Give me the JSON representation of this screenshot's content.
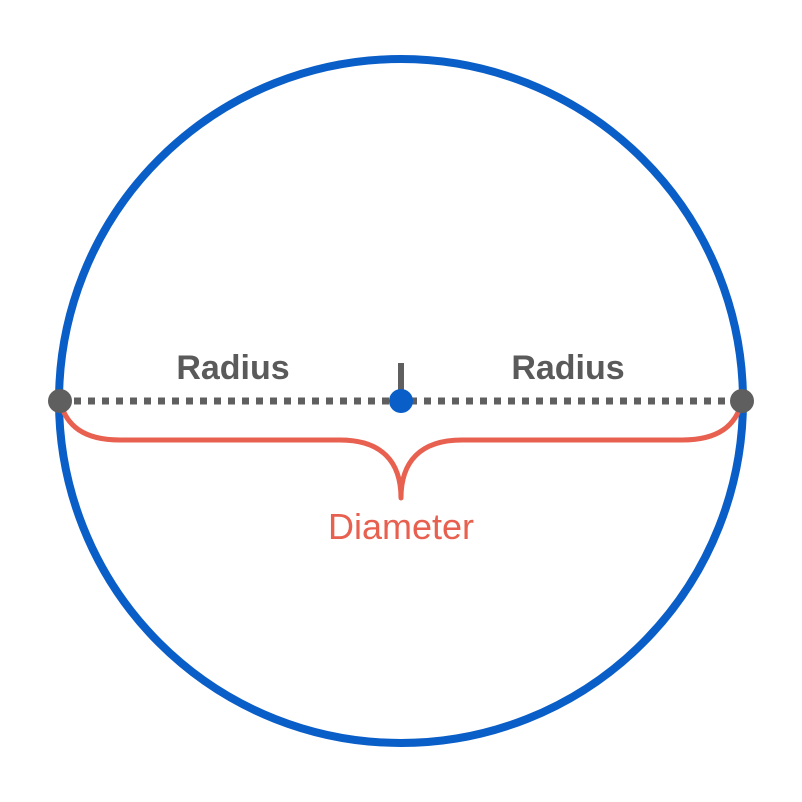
{
  "diagram": {
    "labels": {
      "radius_left": "Radius",
      "radius_right": "Radius",
      "diameter": "Diameter"
    },
    "colors": {
      "circle": "#0a5ec8",
      "center_point": "#0a5ec8",
      "diameter_line": "#5f5f5f",
      "end_points": "#5f5f5f",
      "radius_text": "#5a5a5a",
      "brace": "#e8604f",
      "diameter_text": "#e8604f",
      "background": "#ffffff"
    }
  }
}
